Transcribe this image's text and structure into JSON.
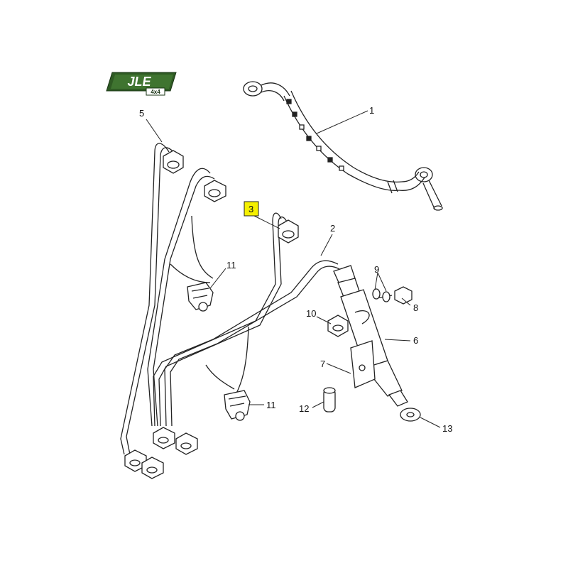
{
  "logo": {
    "text": "JLE",
    "subtext": "4x4",
    "color": "#2e5a23"
  },
  "highlight_color": "#f5f000",
  "labels": {
    "l1": "1",
    "l2": "2",
    "l3": "3",
    "l5": "5",
    "l6": "6",
    "l7": "7",
    "l8": "8",
    "l9": "9",
    "l10": "10",
    "l11a": "11",
    "l11b": "11",
    "l12": "12",
    "l13": "13"
  }
}
